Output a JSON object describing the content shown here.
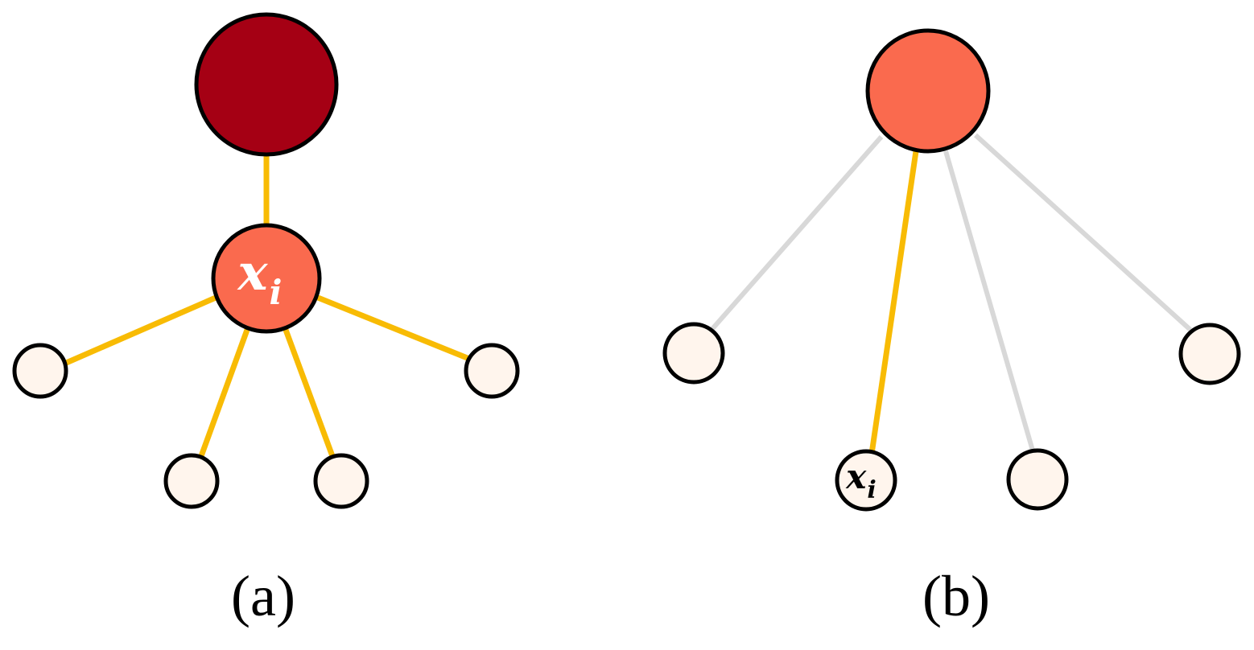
{
  "colors": {
    "dark_red": "#A50014",
    "coral": "#FA6A4E",
    "cream": "#FFF5ED",
    "edge_highlight": "#F8BB04",
    "edge_muted": "#D8D8D8",
    "outline": "#000000"
  },
  "panel_a": {
    "caption": "(a)",
    "center_label_var": "x",
    "center_label_sub": "i"
  },
  "panel_b": {
    "caption": "(b)",
    "leaf_label_var": "x",
    "leaf_label_sub": "i"
  }
}
